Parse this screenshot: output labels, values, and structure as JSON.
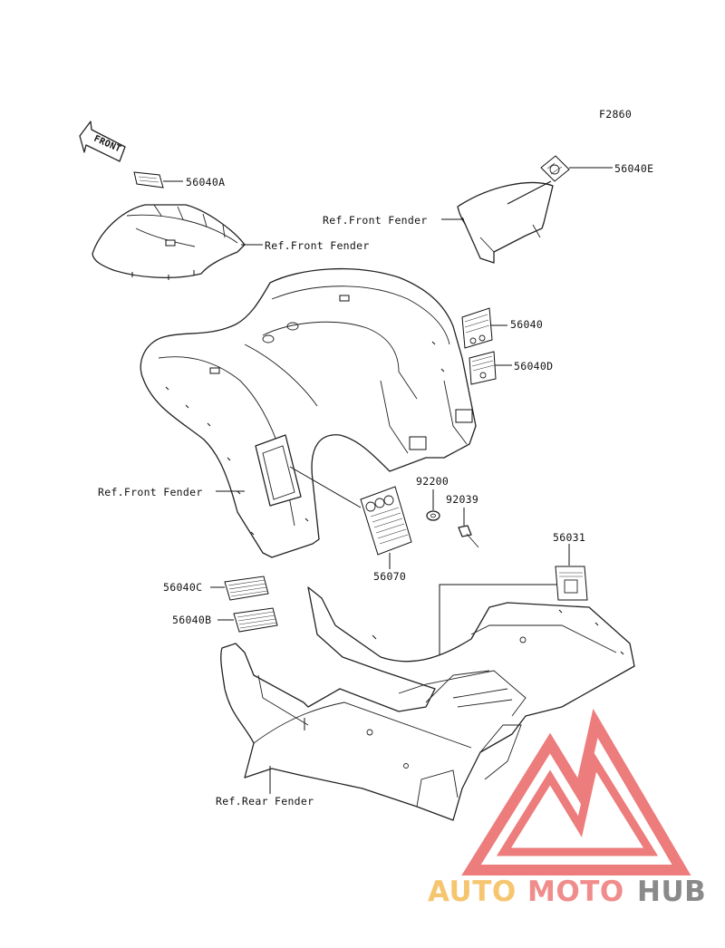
{
  "figure_code": "F2860",
  "front_arrow_label": "FRONT",
  "callouts": {
    "c56040A": "56040A",
    "c56040E": "56040E",
    "ref_front_fender_1": "Ref.Front Fender",
    "ref_front_fender_2": "Ref.Front Fender",
    "c56040": "56040",
    "c56040D": "56040D",
    "ref_front_fender_3": "Ref.Front Fender",
    "c92200": "92200",
    "c92039": "92039",
    "c56070": "56070",
    "c56031": "56031",
    "c56040C": "56040C",
    "c56040B": "56040B",
    "ref_rear_fender": "Ref.Rear Fender"
  },
  "watermark": {
    "text_part1": "AUTO",
    "text_part2": "MOTO",
    "text_part3": "HUB",
    "color_part1": "#f6c56f",
    "color_part2": "#f08c8c",
    "color_part3": "#8a8a8a",
    "triangle_color": "#ec6e6e"
  }
}
